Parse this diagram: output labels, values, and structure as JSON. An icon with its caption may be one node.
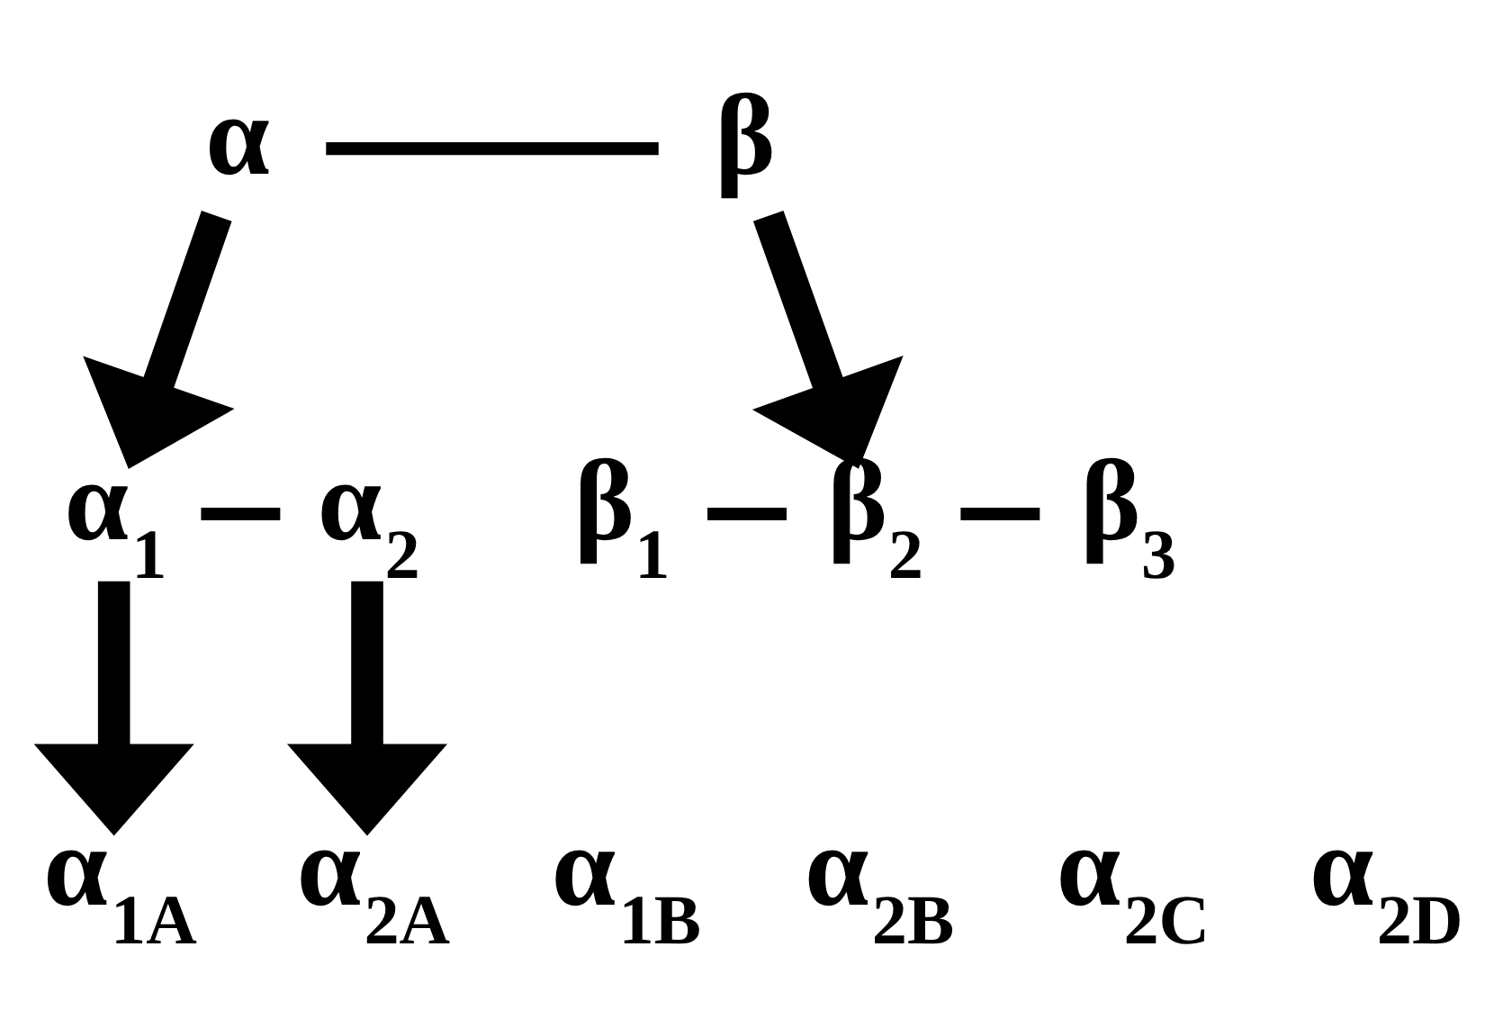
{
  "diagram": {
    "nodes": [
      {
        "text": [
          "α"
        ]
      },
      {
        "text": [
          "β"
        ]
      },
      {
        "text": [
          "α$_{1}$"
        ]
      },
      {
        "text": [
          "α$_{2}$"
        ]
      },
      {
        "text": [
          "β$_{1}$"
        ]
      },
      {
        "text": [
          "β$_{2}$"
        ]
      },
      {
        "text": [
          "β$_{3}$"
        ]
      },
      {
        "text": [
          "α$_{1A}$"
        ]
      },
      {
        "text": [
          "α$_{1B}$"
        ]
      },
      {
        "text": [
          "α$_{2A}$"
        ]
      },
      {
        "text": [
          "α$_{2B}$"
        ]
      },
      {
        "text": [
          "α$_{2C}$"
        ]
      },
      {
        "text": [
          "α$_{2D}$"
        ]
      }
    ],
    "edges": [
      {
        "from": 0,
        "to": 1,
        "arrow": "none"
      },
      {
        "from": 0,
        "to": 2,
        "arrow": "to",
        "style": "thick"
      },
      {
        "from": 1,
        "to": 5,
        "arrow": "to",
        "style": "thick"
      },
      {
        "from": 2,
        "to": 3,
        "arrow": "none"
      },
      {
        "from": 4,
        "to": 5,
        "arrow": "none"
      },
      {
        "from": 5,
        "to": 6,
        "arrow": "none"
      },
      {
        "from": 2,
        "to": 7,
        "arrow": "to",
        "style": "thick"
      },
      {
        "from": 3,
        "to": 9,
        "arrow": "to",
        "style": "thick"
      }
    ]
  }
}
